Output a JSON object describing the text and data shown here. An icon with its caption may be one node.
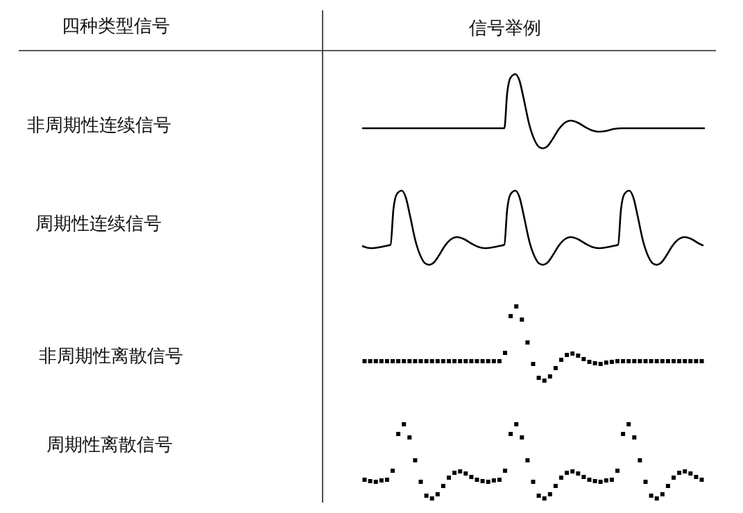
{
  "diagram": {
    "labels": [
      "四种类型信号",
      "信号举例",
      "非周期性连续信号",
      "周期性连续信号",
      "非周期性离散信号",
      "周期性离散信号"
    ]
  }
}
